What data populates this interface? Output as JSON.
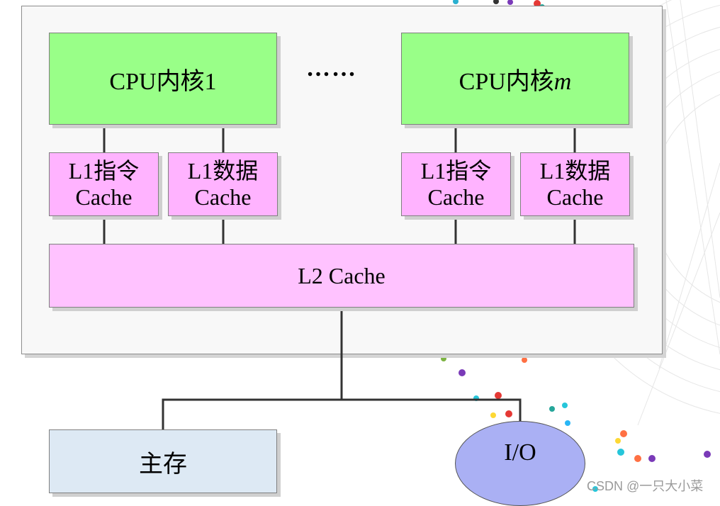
{
  "cores": [
    {
      "label": "CPU内核1",
      "suffix": ""
    },
    {
      "label": "CPU内核",
      "suffix": "m"
    }
  ],
  "ellipsis": "……",
  "l1_caches": [
    {
      "line1": "L1指令",
      "line2": "Cache"
    },
    {
      "line1": "L1数据",
      "line2": "Cache"
    },
    {
      "line1": "L1指令",
      "line2": "Cache"
    },
    {
      "line1": "L1数据",
      "line2": "Cache"
    }
  ],
  "l2_cache": "L2 Cache",
  "main_memory": "主存",
  "io": "I/O",
  "watermark": "CSDN @一只大小菜",
  "colors": {
    "core": "#99ff88",
    "l1": "#ffb3ff",
    "l2": "#ffc2ff",
    "memory": "#dde9f4",
    "io": "#aab0f4"
  }
}
